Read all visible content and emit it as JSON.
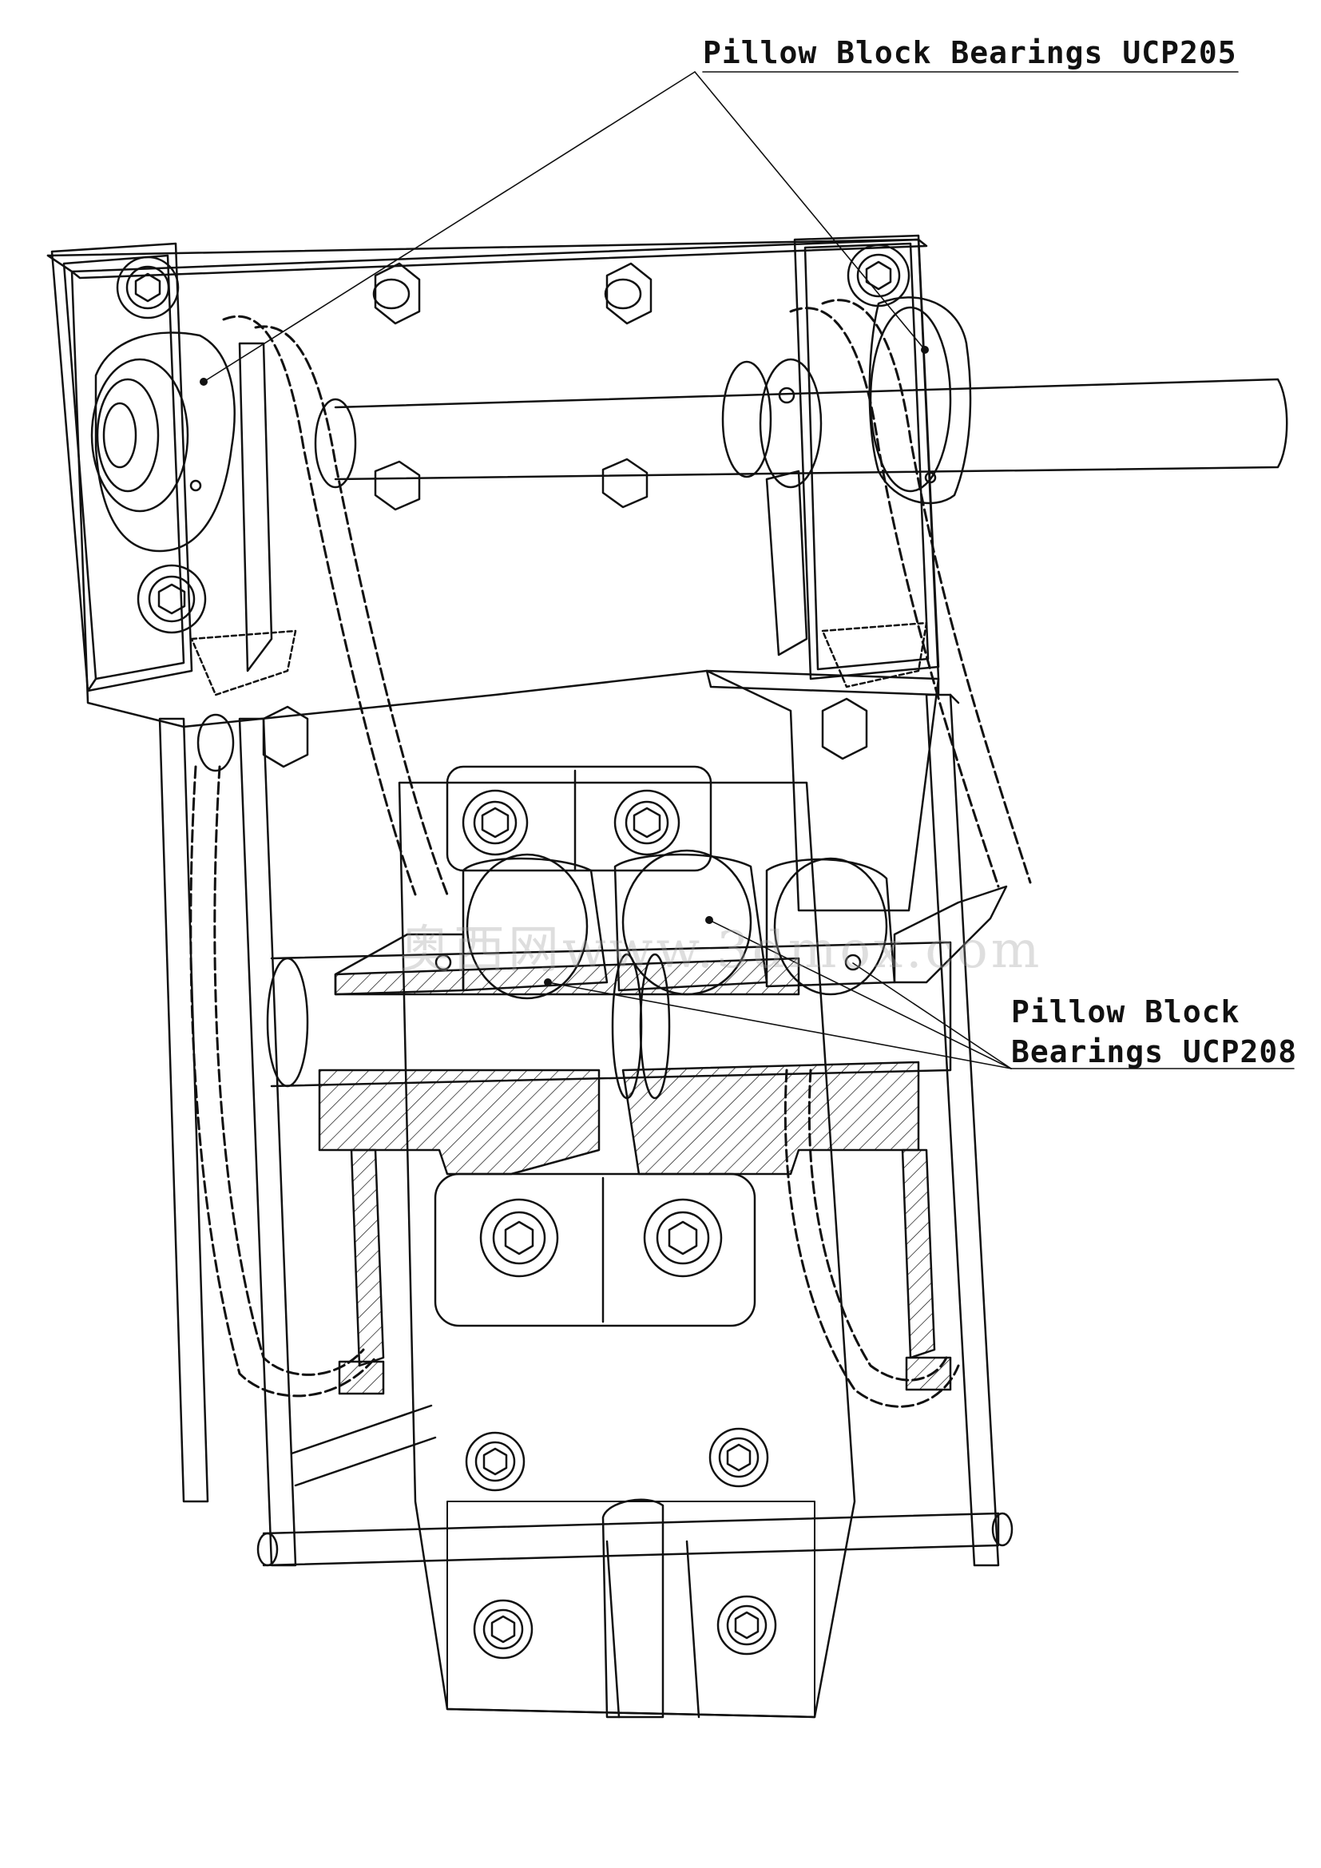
{
  "callouts": {
    "top": "Pillow Block Bearings UCP205",
    "mid_line1": "Pillow Block",
    "mid_line2": "Bearings UCP208"
  },
  "watermark": "奥西网www.3dmox.com",
  "colors": {
    "line": "#111111",
    "background": "#ffffff"
  },
  "icons": [
    "hex-bolt-icon",
    "hex-nut-icon",
    "bearing-icon",
    "roller-chain-icon",
    "sprocket-icon"
  ]
}
